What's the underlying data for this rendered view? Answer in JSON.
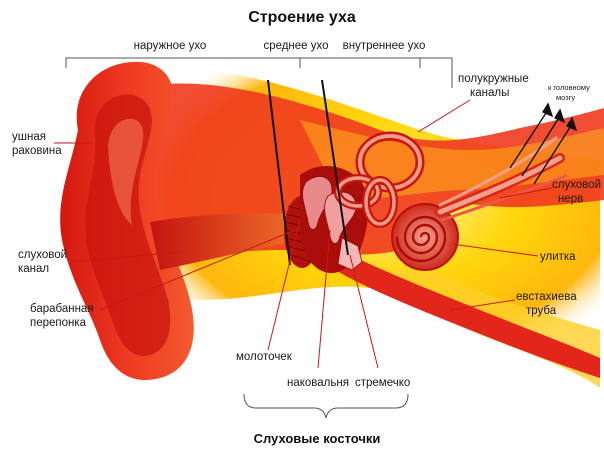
{
  "title": "Строение уха",
  "sections": {
    "outer_ear": "наружное ухо",
    "middle_ear": "среднее ухо",
    "inner_ear": "внутреннее ухо"
  },
  "labels": {
    "pinna": [
      "ушная",
      "раковина"
    ],
    "ear_canal": [
      "слуховой",
      "канал"
    ],
    "eardrum": [
      "барабанная",
      "перепонка"
    ],
    "malleus": "молоточек",
    "incus": "наковальня",
    "stapes": "стремечко",
    "semicircular_canals": [
      "полукружные",
      "каналы"
    ],
    "to_brain": [
      "к головному",
      "мозгу"
    ],
    "auditory_nerve": [
      "слуховой",
      "нерв"
    ],
    "cochlea": "улитка",
    "eustachian_tube": [
      "евстахиева",
      "труба"
    ]
  },
  "footer": "Слуховые косточки",
  "colors": {
    "tissue_red": "#e8281a",
    "tissue_dark": "#b5120c",
    "tissue_light": "#f5562c",
    "glow_yellow": "#ffd400",
    "glow_orange": "#ff9a1c",
    "leader_line": "#c81818",
    "bone_pink": "#e98a8a"
  }
}
